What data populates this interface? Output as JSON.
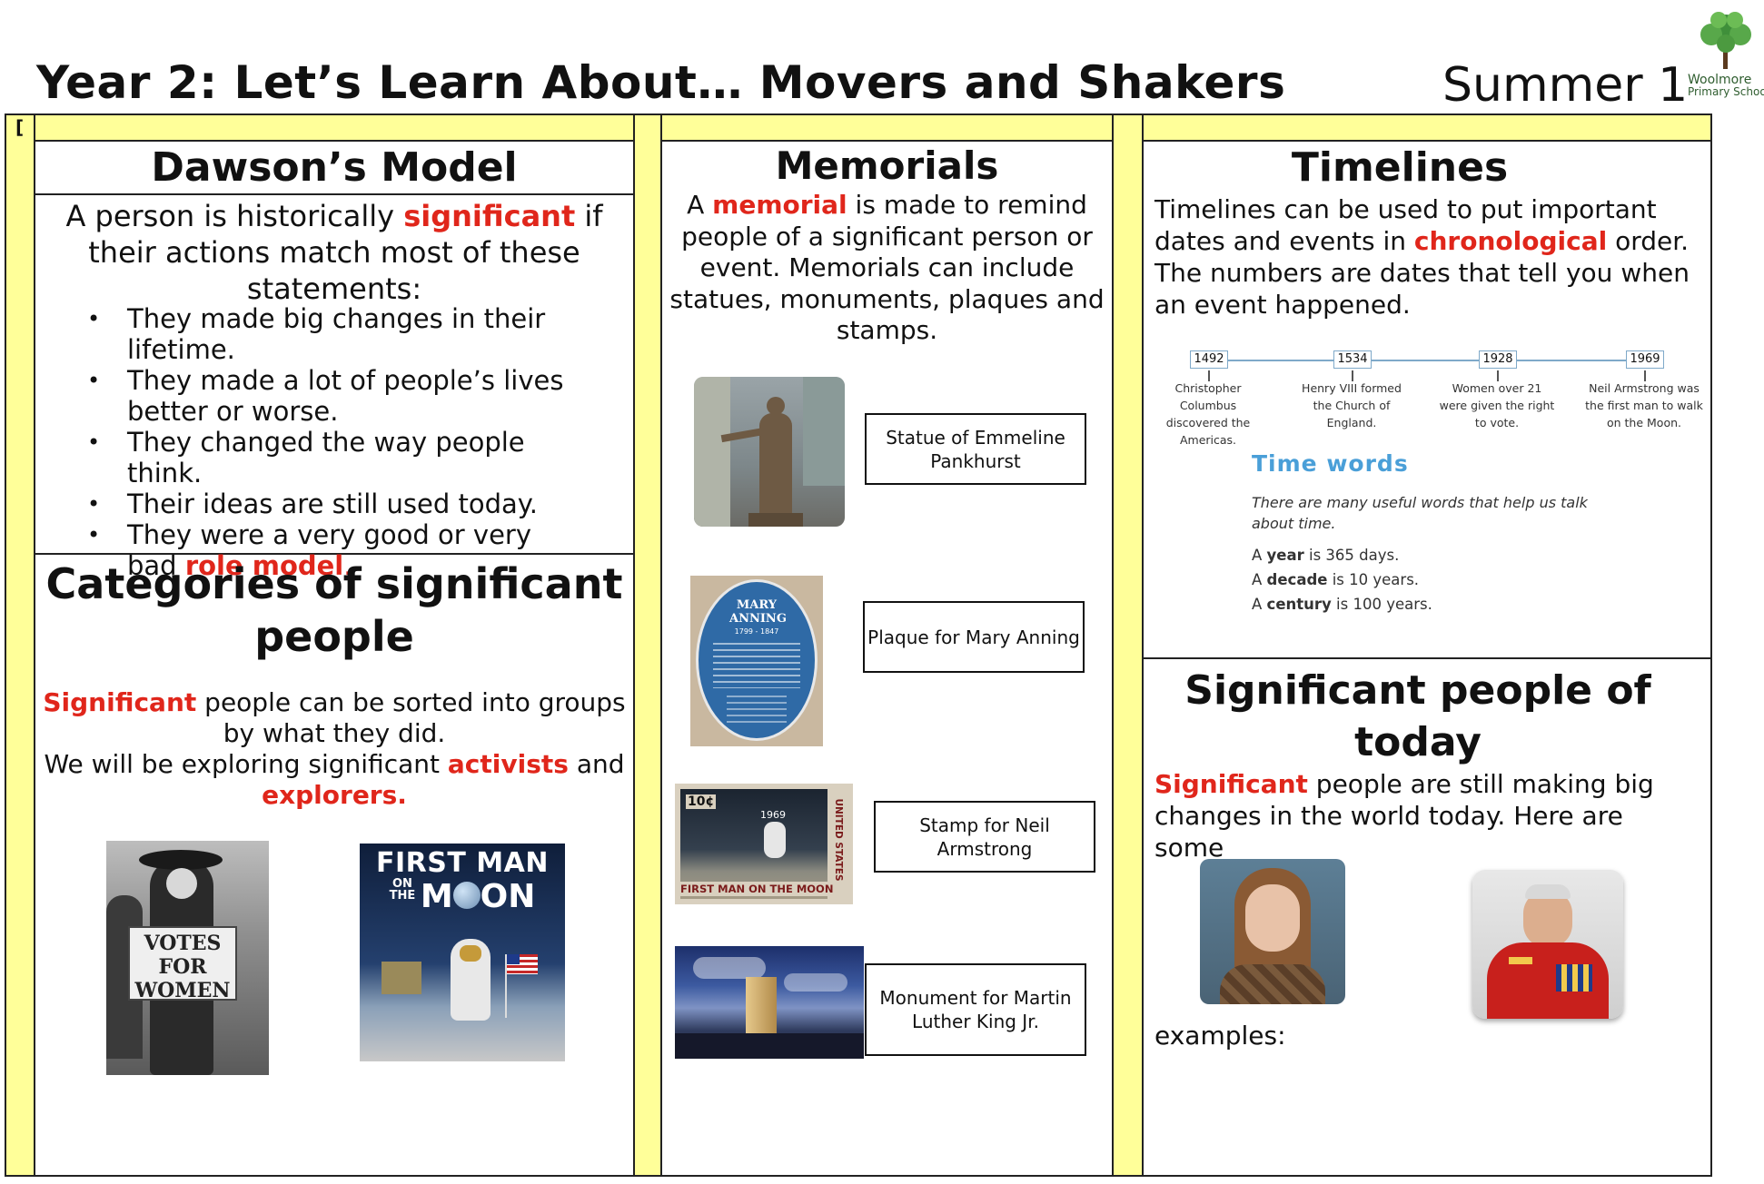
{
  "header": {
    "title": "Year 2: Let’s Learn About… Movers and Shakers",
    "term": "Summer 1",
    "school_name_line1": "Woolmore",
    "school_name_line2": "Primary School",
    "corner_mark": "["
  },
  "dawson": {
    "heading": "Dawson’s Model",
    "intro_before": "A person is historically ",
    "intro_highlight": "significant",
    "intro_after": " if their actions match most of these statements:",
    "bullets": [
      "They made big changes in their lifetime.",
      "They made a lot of people’s lives better or worse.",
      "They changed the way people think.",
      "Their ideas are still used today."
    ],
    "last_bullet_before": "They were a very good or very bad ",
    "last_bullet_highlight": "role model",
    "last_bullet_after": "."
  },
  "categories": {
    "heading_line1": "Categories of significant",
    "heading_line2": "people",
    "p1_highlight": "Significant",
    "p1_rest": " people can be sorted into groups by what they did.",
    "p2_before": "We will be exploring significant ",
    "p2_highlight1": "activists",
    "p2_middle": " and ",
    "p2_highlight2": "explorers",
    "p2_end": ".",
    "image1_text": "VOTES FOR WOMEN",
    "image2_line1": "FIRST MAN",
    "image2_line2a": "ON",
    "image2_line2b": "THE",
    "image2_line2c": "M",
    "image2_line2d": "ON"
  },
  "memorials": {
    "heading": "Memorials",
    "intro_before": "A ",
    "intro_highlight": "memorial",
    "intro_after": " is made to remind people of a significant person or event. Memorials can include statues, monuments, plaques and stamps.",
    "captions": [
      "Statue of Emmeline Pankhurst",
      "Plaque for Mary Anning",
      "Stamp for Neil Armstrong",
      "Monument for Martin Luther King Jr."
    ],
    "plaque_text_name": "MARY ANNING",
    "plaque_text_years": "1799 - 1847",
    "stamp_text": "FIRST MAN ON THE MOON",
    "stamp_side": "UNITED STATES",
    "stamp_value": "10¢",
    "stamp_year": "1969"
  },
  "timelines": {
    "heading": "Timelines",
    "intro_before": "Timelines can be used to put important dates and events in ",
    "intro_highlight": "chronological",
    "intro_after": " order. The numbers are dates that tell you when an event happened.",
    "events": [
      {
        "year": "1492",
        "label": "Christopher Columbus discovered the Americas."
      },
      {
        "year": "1534",
        "label": "Henry VIII formed the Church of England."
      },
      {
        "year": "1928",
        "label": "Women over 21 were given the right to vote."
      },
      {
        "year": "1969",
        "label": "Neil Armstrong was the first man to walk on the Moon."
      }
    ],
    "time_words_title": "Time words",
    "time_words_intro": "There are many useful words that help us talk about time.",
    "time_words": [
      {
        "pre": "A ",
        "word": "year",
        "post": " is 365 days."
      },
      {
        "pre": "A ",
        "word": "decade",
        "post": " is 10 years."
      },
      {
        "pre": "A ",
        "word": "century",
        "post": " is 100 years."
      }
    ],
    "accent_color": "#4a9fd8"
  },
  "today": {
    "heading_line1": "Significant people of",
    "heading_line2": "today",
    "p_highlight": "Significant",
    "p_rest": " people are still making big changes in the world today. Here are some",
    "p_end": "examples:"
  },
  "colors": {
    "highlight": "#e0261b",
    "band": "#ffff99",
    "border": "#222222"
  }
}
